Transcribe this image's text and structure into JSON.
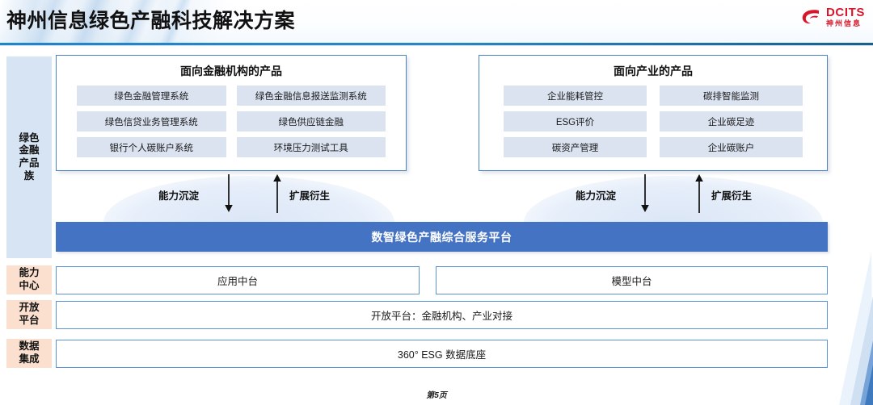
{
  "header": {
    "title": "神州信息绿色产融科技解决方案",
    "logo": {
      "en": "DCITS",
      "cn": "神州信息",
      "color": "#d7162a"
    },
    "rule_color": "#2a86c4"
  },
  "sidebar": {
    "items": [
      {
        "id": "green-finance-products",
        "label": "绿色\n金融\n产品\n族",
        "color": "#d7e4f3"
      },
      {
        "id": "capability-center",
        "label": "能力\n中心",
        "color": "#fbe0d0"
      },
      {
        "id": "open-platform",
        "label": "开放\n平台",
        "color": "#fbe0d0"
      },
      {
        "id": "data-integration",
        "label": "数据\n集成",
        "color": "#fbe0d0"
      }
    ]
  },
  "product_groups": [
    {
      "id": "financial-institutions",
      "title": "面向金融机构的产品",
      "items": [
        "绿色金融管理系统",
        "绿色金融信息报送监测系统",
        "绿色信贷业务管理系统",
        "绿色供应链金融",
        "银行个人碳账户系统",
        "环境压力测试工具"
      ]
    },
    {
      "id": "industry",
      "title": "面向产业的产品",
      "items": [
        "企业能耗管控",
        "碳排智能监测",
        "ESG评价",
        "企业碳足迹",
        "碳资产管理",
        "企业碳账户"
      ]
    }
  ],
  "flows": {
    "left": {
      "down_label": "能力沉淀",
      "up_label": "扩展衍生"
    },
    "right": {
      "down_label": "能力沉淀",
      "up_label": "扩展衍生"
    }
  },
  "platform": {
    "label": "数智绿色产融综合服务平台",
    "color": "#4573c4"
  },
  "layers": {
    "application_middle_platform": "应用中台",
    "model_middle_platform": "模型中台",
    "open_platform": "开放平台：金融机构、产业对接",
    "data_foundation": "360° ESG 数据底座"
  },
  "footer": {
    "page_label": "第5页"
  }
}
